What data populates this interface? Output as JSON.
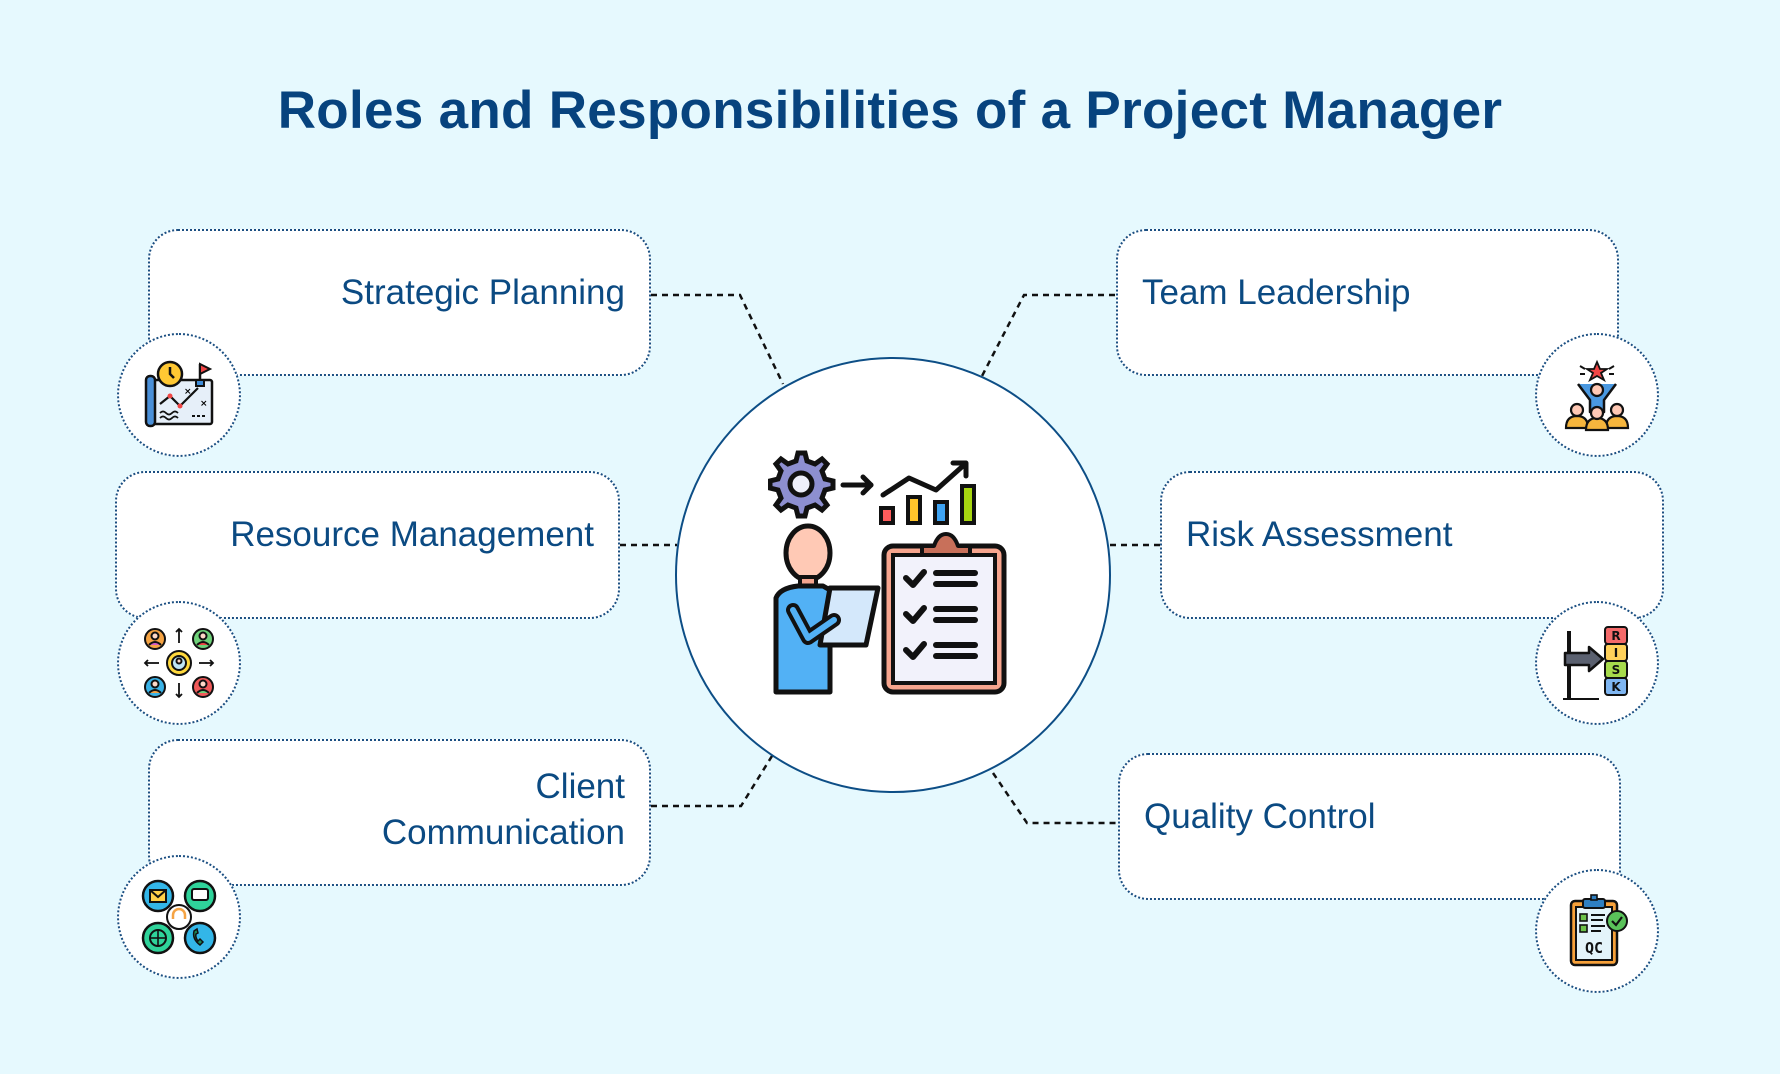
{
  "title": "Roles and Responsibilities of a Project Manager",
  "center": {
    "icon": "project-manager-checklist-icon"
  },
  "roles": [
    {
      "id": "strategic-planning",
      "label": "Strategic Planning",
      "side": "left",
      "icon": "strategy-map-icon"
    },
    {
      "id": "resource-management",
      "label": "Resource Management",
      "side": "left",
      "icon": "resource-people-gear-icon"
    },
    {
      "id": "client-communication",
      "label": "Client Communication",
      "label_lines": [
        "Client",
        "Communication"
      ],
      "side": "left",
      "icon": "communication-channels-icon"
    },
    {
      "id": "team-leadership",
      "label": "Team Leadership",
      "side": "right",
      "icon": "team-leader-star-icon"
    },
    {
      "id": "risk-assessment",
      "label": "Risk Assessment",
      "side": "right",
      "icon": "risk-blocks-icon"
    },
    {
      "id": "quality-control",
      "label": "Quality Control",
      "side": "right",
      "icon": "qc-clipboard-icon"
    }
  ],
  "colors": {
    "background": "#e6f9fe",
    "title": "#07437e",
    "text": "#0b4a82",
    "border": "#1b4f82",
    "connector": "#111111"
  }
}
